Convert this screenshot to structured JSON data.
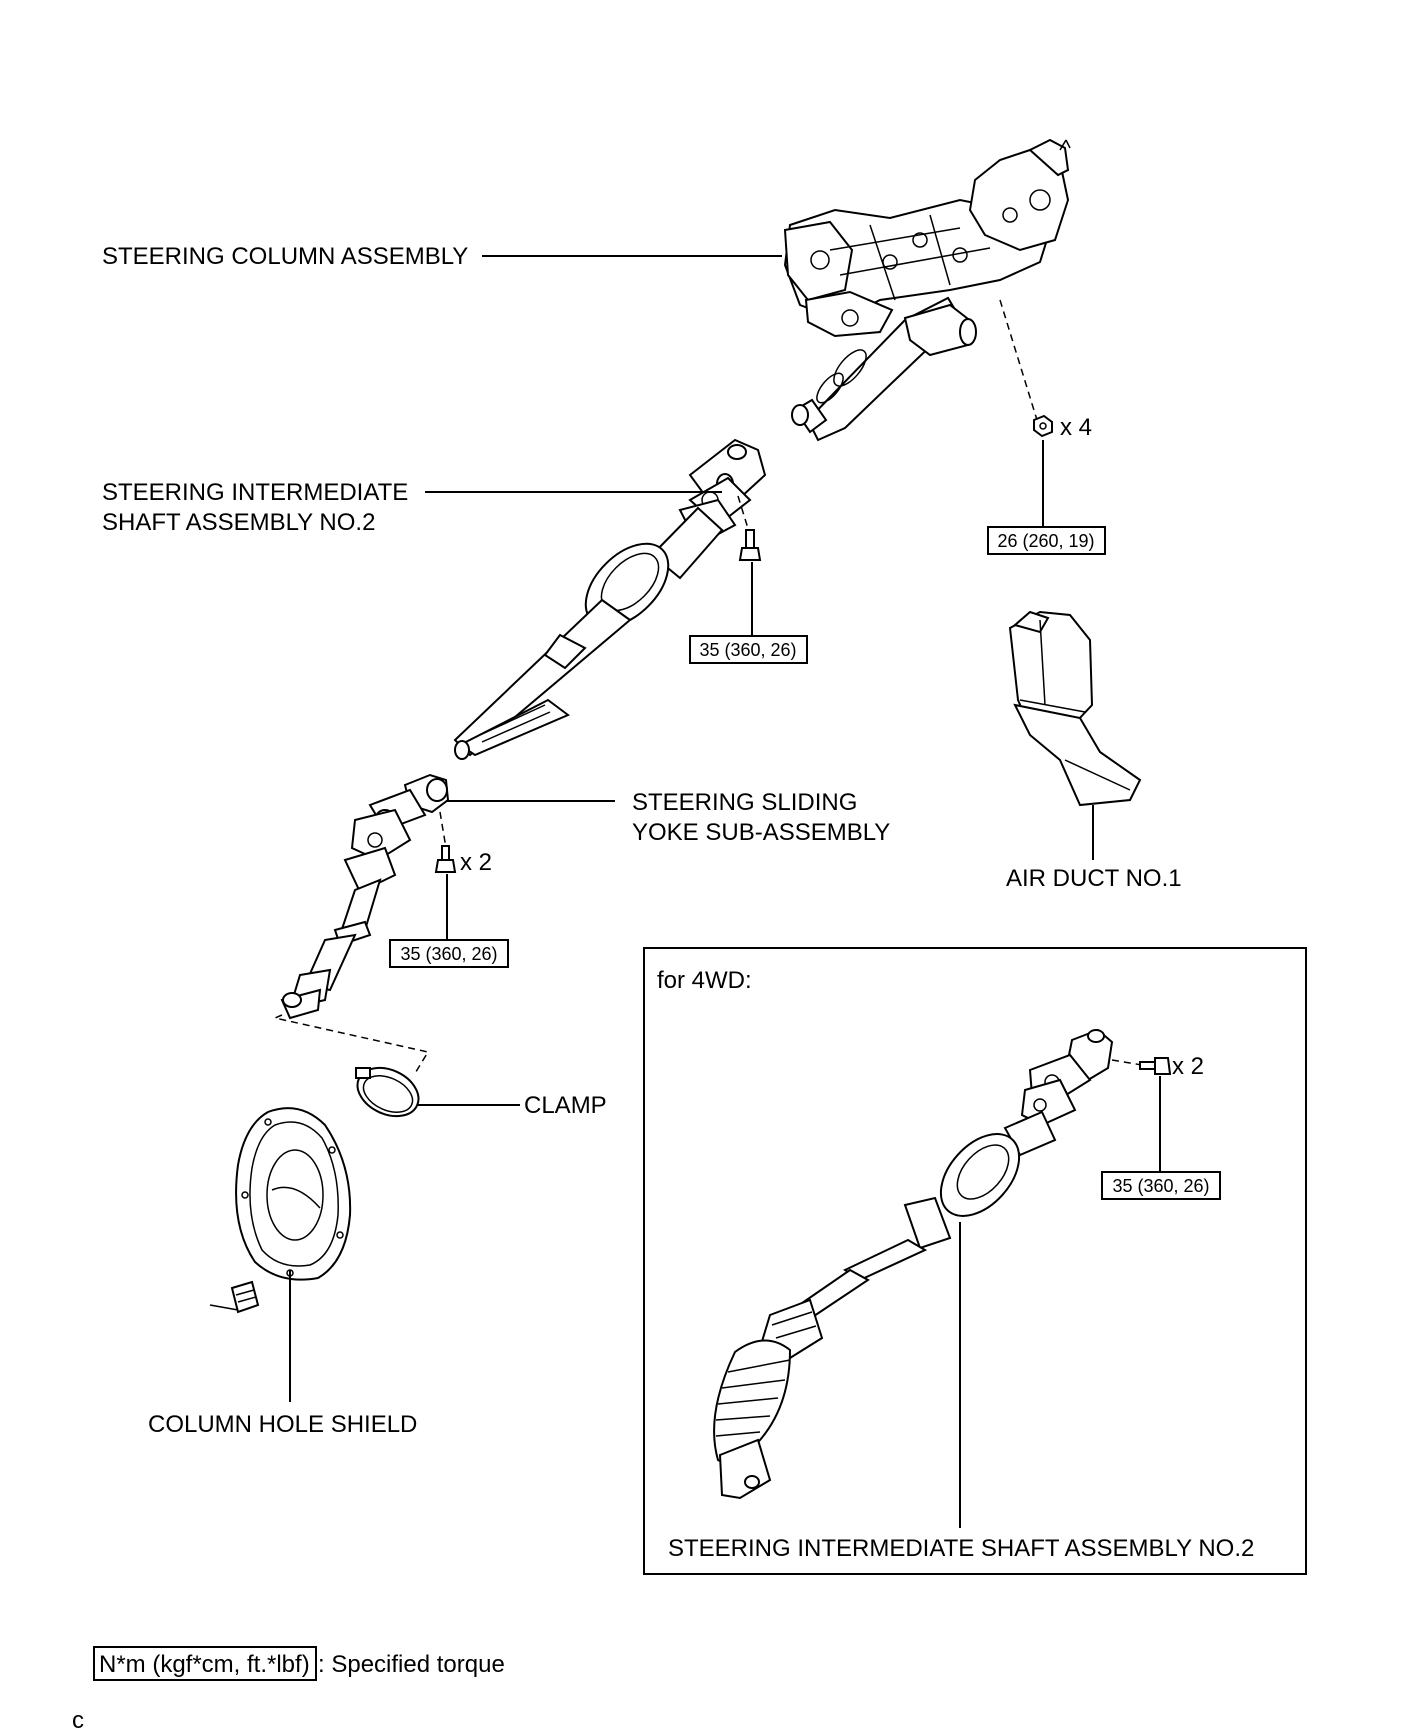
{
  "labels": {
    "steering_column_assembly": "STEERING COLUMN ASSEMBLY",
    "intermediate_shaft_line1": "STEERING INTERMEDIATE",
    "intermediate_shaft_line2": "SHAFT ASSEMBLY NO.2",
    "sliding_yoke_line1": "STEERING SLIDING",
    "sliding_yoke_line2": "YOKE SUB-ASSEMBLY",
    "air_duct": "AIR DUCT NO.1",
    "clamp": "CLAMP",
    "column_hole_shield": "COLUMN HOLE SHIELD",
    "intermediate_shaft_4wd": "STEERING INTERMEDIATE SHAFT ASSEMBLY NO.2"
  },
  "quantities": {
    "column_nuts": "x 4",
    "yoke_bolts": "x 2",
    "inset_bolts": "x 2"
  },
  "torques": {
    "column_nut": "26 (260, 19)",
    "shaft_bolt": "35 (360, 26)",
    "yoke_bolt": "35 (360, 26)",
    "inset_bolt": "35 (360, 26)"
  },
  "inset": {
    "title": "for 4WD:"
  },
  "legend": {
    "unit_box": "N*m (kgf*cm, ft.*lbf)",
    "text": ": Specified torque"
  },
  "footer": {
    "code": "c"
  }
}
